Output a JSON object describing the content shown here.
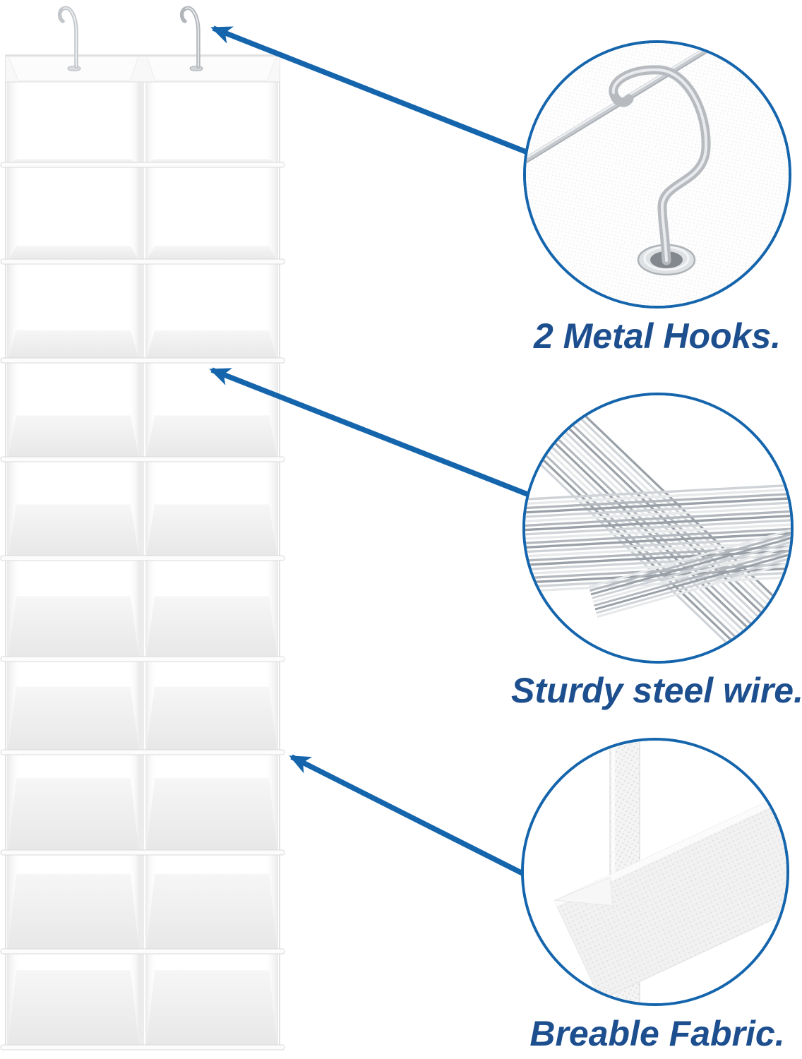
{
  "callouts": {
    "hooks": {
      "label": "2 Metal Hooks.",
      "photo": "metal-hook-through-grommet"
    },
    "wire": {
      "label": "Sturdy steel wire.",
      "photo": "steel-wire-bundle"
    },
    "fabric": {
      "label": "Breable Fabric.",
      "photo": "breathable-fabric-closeup"
    }
  },
  "organizer": {
    "type": "hanging-closet-shoe-organizer",
    "columns": 2,
    "rows": 10,
    "compartments": 20,
    "hook_count": 2,
    "row_lines": [
      78,
      233,
      370,
      510,
      650,
      790,
      933,
      1065,
      1207,
      1347,
      1483
    ],
    "shelf_exposure": [
      0.05,
      0.16,
      0.3,
      0.44,
      0.54,
      0.62,
      0.7,
      0.74,
      0.78,
      0.8
    ],
    "hook_positions_x": [
      105,
      278
    ]
  },
  "colors": {
    "accent_blue": "#1565ad",
    "label_blue": "#1d4f8f",
    "steel_silver": "#b9bdc2",
    "fabric_light": "#f2f2f2",
    "background": "#ffffff"
  }
}
